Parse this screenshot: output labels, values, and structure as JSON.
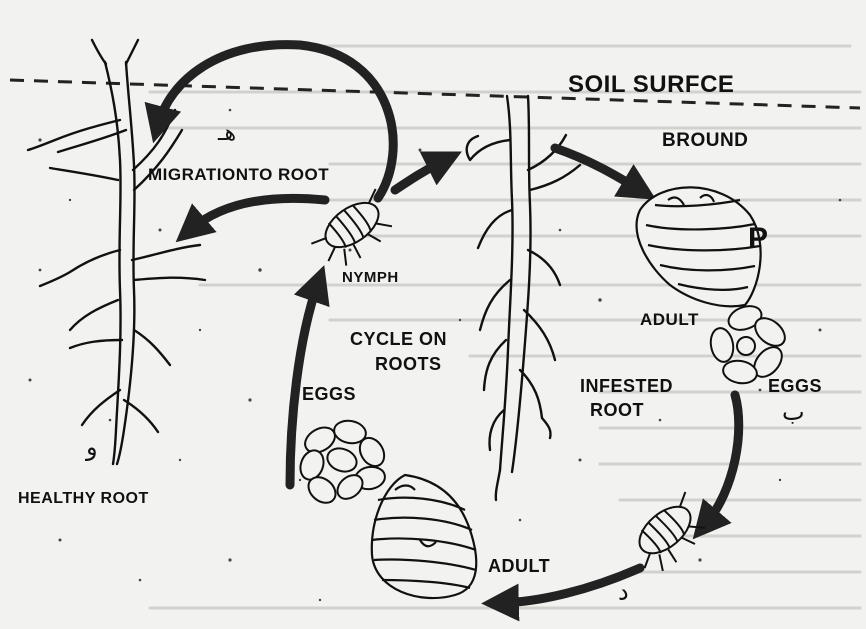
{
  "labels": {
    "soil_surface": "SOIL SURFCE",
    "migration": "MIGRATIONTO ROOT",
    "nymph": "NYMPH",
    "cycle_line1": "CYCLE ON",
    "cycle_line2": "ROOTS",
    "eggs_left": "EGGS",
    "eggs_right": "EGGS",
    "infested_line1": "INFESTED",
    "infested_line2": "ROOT",
    "ground": "BROUND",
    "adult_top": "ADULT",
    "adult_bottom": "ADULT",
    "healthy_root": "HEALTHY ROOT"
  },
  "markers": {
    "h": "هـ",
    "p": "P",
    "b": "ب",
    "d": "د",
    "w": "و"
  }
}
